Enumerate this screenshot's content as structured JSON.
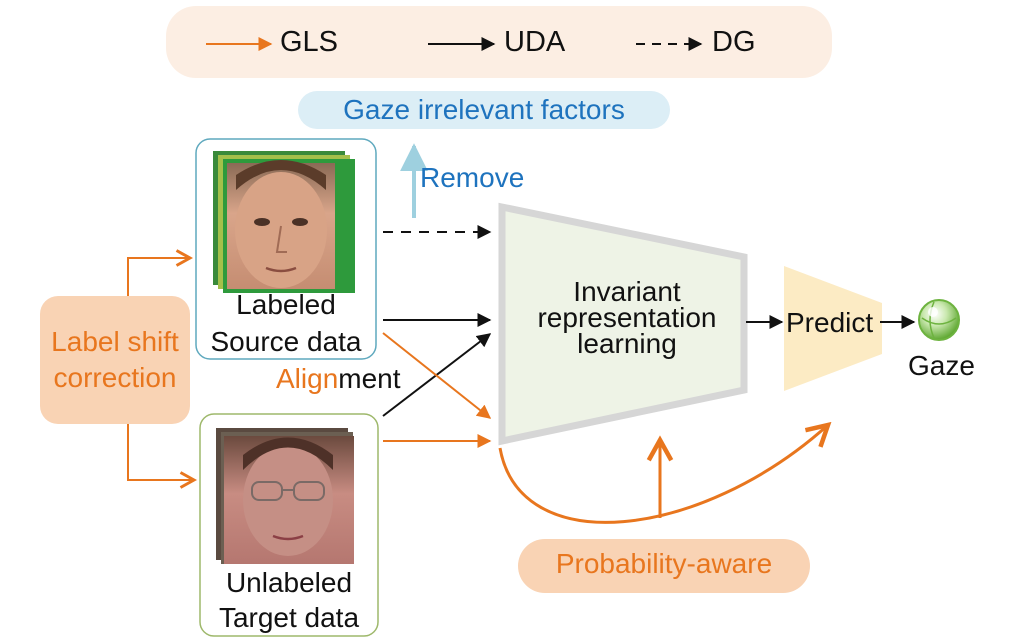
{
  "legend": {
    "gls": "GLS",
    "uda": "UDA",
    "dg": "DG"
  },
  "gaze_irrelevant": "Gaze irrelevant factors",
  "remove": "Remove",
  "source": {
    "line1": "Labeled",
    "line2": "Source data"
  },
  "target": {
    "line1": "Unlabeled",
    "line2": "Target data"
  },
  "label_shift": {
    "line1": "Label shift",
    "line2": "correction"
  },
  "alignment": {
    "part1": "Align",
    "part2": "ment"
  },
  "invariant": {
    "line1": "Invariant",
    "line2": "representation",
    "line3": "learning"
  },
  "predict": "Predict",
  "gaze": "Gaze",
  "probability_aware": "Probability-aware",
  "colors": {
    "gls_orange": "#E8761E",
    "legend_bg": "#FCEEE3",
    "pill_orange_bg": "#F9D3B4",
    "blue_text": "#1E73BE",
    "blue_bg": "#DCEEF6",
    "remove_arrow": "#9ED0DF",
    "source_box": "#5FA9BE",
    "target_box": "#9EB86B",
    "encoder_fill": "#EEF3E6",
    "encoder_stroke": "#D6D6D6",
    "predict_fill": "#FCEBC4",
    "gaze_green": "#7DC243"
  }
}
